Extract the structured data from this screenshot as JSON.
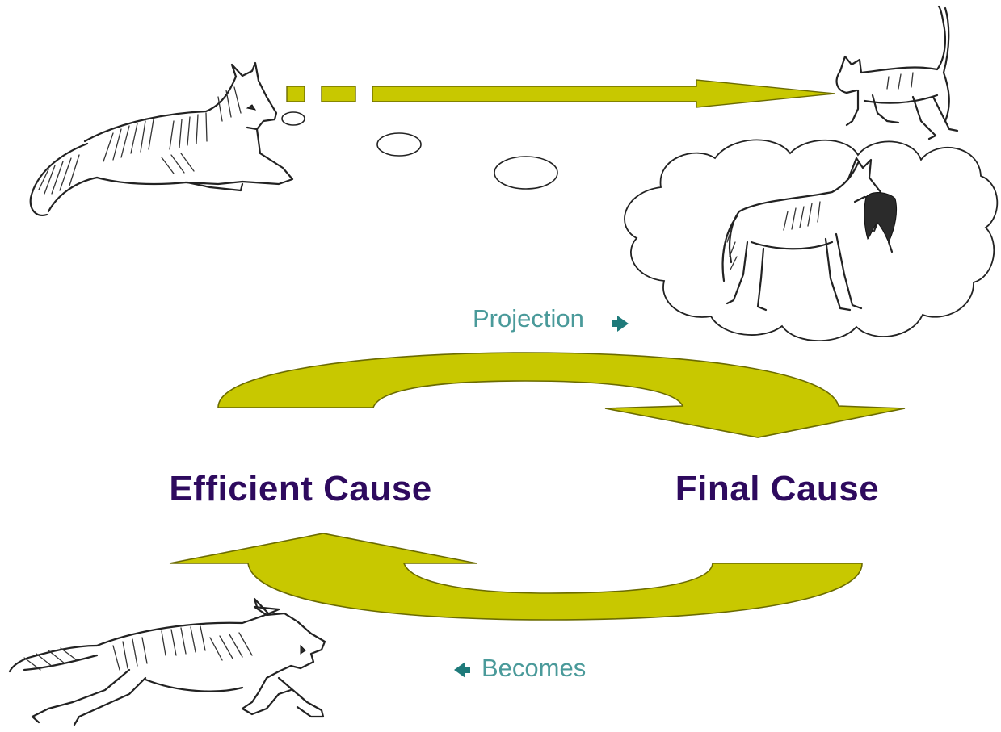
{
  "labels": {
    "efficient_cause": "Efficient Cause",
    "final_cause": "Final Cause",
    "projection": "Projection",
    "becomes": "Becomes"
  },
  "colors": {
    "arrow_fill": "#c8c800",
    "arrow_stroke": "#6b6b00",
    "cause_text": "#2e0a5e",
    "flow_text": "#4a9a9a",
    "flow_marker": "#1e7a7a",
    "background": "#ffffff"
  },
  "figures": {
    "top_left": "wolf-lying-down-sketch",
    "top_right": "cat-walking-sketch",
    "thought_cloud": "wolf-carrying-cat-sketch",
    "bottom_left": "wolf-running-sketch"
  },
  "icons": {
    "projection_marker": "arrow-right-icon",
    "becomes_marker": "arrow-left-icon"
  }
}
